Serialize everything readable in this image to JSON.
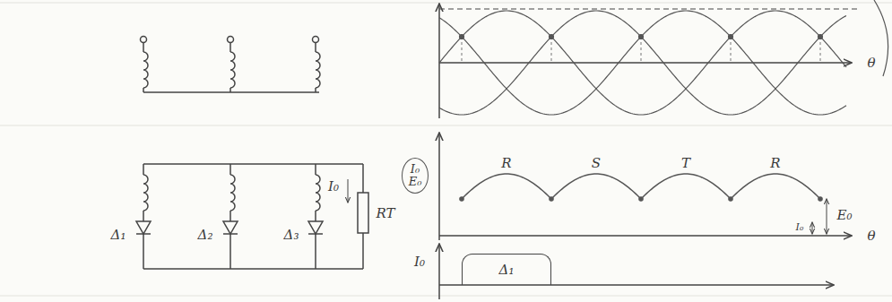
{
  "diagram": {
    "nodes": [
      {
        "text": [
          "I₀",
          "E₀"
        ]
      },
      {
        "text": [
          "Δ₁"
        ]
      }
    ],
    "labels": [
      "Δ₁",
      "Δ₂",
      "Δ₃",
      "I₀",
      "RT",
      "R",
      "S",
      "T",
      "R",
      "I₀",
      "E₀",
      "θ",
      "θ",
      "I₀"
    ]
  }
}
